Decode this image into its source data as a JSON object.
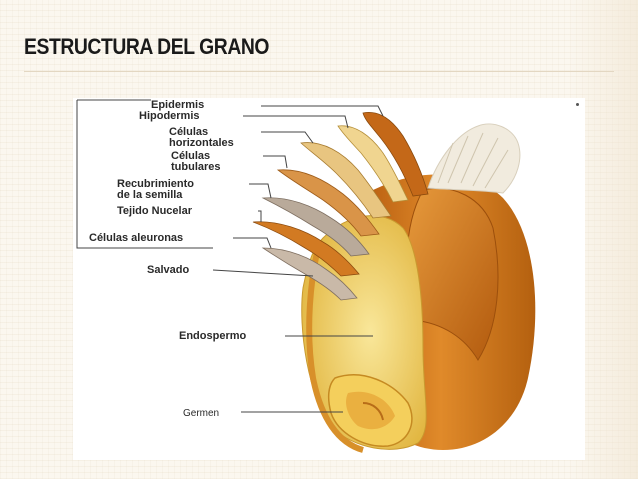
{
  "slide": {
    "title": "ESTRUCTURA DEL GRANO"
  },
  "diagram": {
    "labels": {
      "epidermis": "Epidermis",
      "hipodermis": "Hipodermis",
      "celulas_horizontales_1": "Células",
      "celulas_horizontales_2": "horizontales",
      "celulas_tubulares_1": "Células",
      "celulas_tubulares_2": "tubulares",
      "recubrimiento_1": "Recubrimiento",
      "recubrimiento_2": "de la semilla",
      "tejido_nucelar": "Tejido Nucelar",
      "celulas_aleuronas": "Células aleuronas",
      "salvado": "Salvado",
      "endospermo": "Endospermo",
      "germen": "Germen"
    },
    "colors": {
      "husk_orange": "#d8781e",
      "husk_dark": "#a9520e",
      "endosperm_yellow": "#f1d36a",
      "germ_yellow": "#f5d36a",
      "brush_white": "#f2ece0",
      "leader_line": "#444444"
    }
  }
}
